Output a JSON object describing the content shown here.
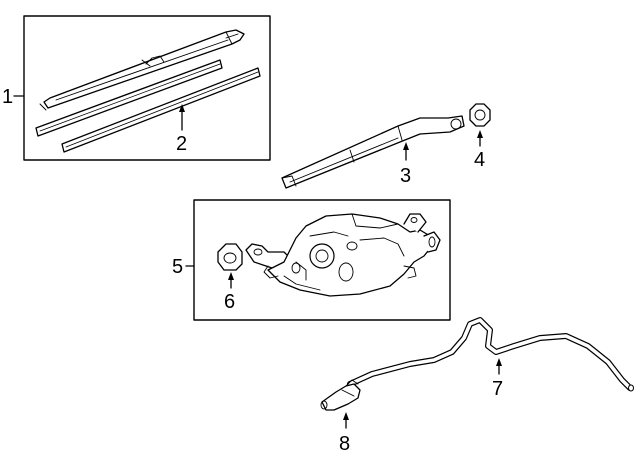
{
  "diagram": {
    "callouts": {
      "c1": "1",
      "c2": "2",
      "c3": "3",
      "c4": "4",
      "c5": "5",
      "c6": "6",
      "c7": "7",
      "c8": "8"
    },
    "parts": [
      {
        "id": "wiper-blade-assembly",
        "callout": "1"
      },
      {
        "id": "wiper-blade-insert",
        "callout": "2"
      },
      {
        "id": "wiper-arm",
        "callout": "3"
      },
      {
        "id": "arm-nut",
        "callout": "4"
      },
      {
        "id": "wiper-motor-assembly",
        "callout": "5"
      },
      {
        "id": "motor-grommet",
        "callout": "6"
      },
      {
        "id": "washer-hose",
        "callout": "7"
      },
      {
        "id": "washer-nozzle",
        "callout": "8"
      }
    ],
    "colors": {
      "line": "#000000",
      "background": "#ffffff"
    }
  }
}
